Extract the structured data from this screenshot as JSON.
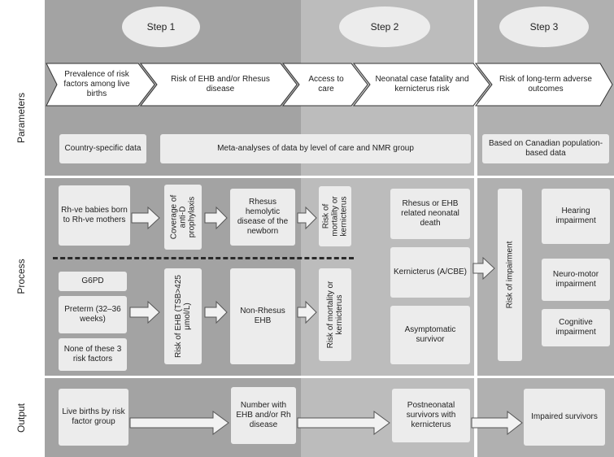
{
  "steps": [
    "Step 1",
    "Step 2",
    "Step 3"
  ],
  "rows": [
    "Parameters",
    "Process",
    "Output"
  ],
  "parameters": [
    "Prevalence of risk factors among live births",
    "Risk of EHB and/or Rhesus disease",
    "Access to care",
    "Neonatal case fatality and kernicterus risk",
    "Risk of long-term adverse outcomes"
  ],
  "data_sources": {
    "country": "Country-specific data",
    "meta": "Meta-analyses of data by level of care and NMR group",
    "canadian": "Based on Canadian population-based data"
  },
  "process": {
    "rh_babies": "Rh-ve babies born to Rh-ve mothers",
    "coverage": "Coverage of anti-D prophylaxis",
    "rhesus_disease": "Rhesus hemolytic disease of the newborn",
    "risk_mortality_top": "Risk of mortality or kernicterus",
    "g6pd": "G6PD",
    "preterm": "Preterm (32–36 weeks)",
    "none": "None of these 3 risk factors",
    "risk_ehb": "Risk of EHB (TSB>425 μmol/L)",
    "non_rhesus": "Non-Rhesus EHB",
    "risk_mortality_bottom": "Risk of mortality or kernicterus",
    "neonatal_death": "Rhesus or EHB related neonatal death",
    "kernicterus": "Kernicterus (A/CBE)",
    "asymptomatic": "Asymptomatic survivor",
    "risk_impairment": "Risk of impairment",
    "hearing": "Hearing impairment",
    "neuromotor": "Neuro-motor impairment",
    "cognitive": "Cognitive impairment"
  },
  "output": {
    "live_births": "Live births by risk factor group",
    "number_ehb": "Number with EHB and/or Rh disease",
    "postneonatal": "Postneonatal survivors with kernicterus",
    "impaired": "Impaired survivors"
  }
}
